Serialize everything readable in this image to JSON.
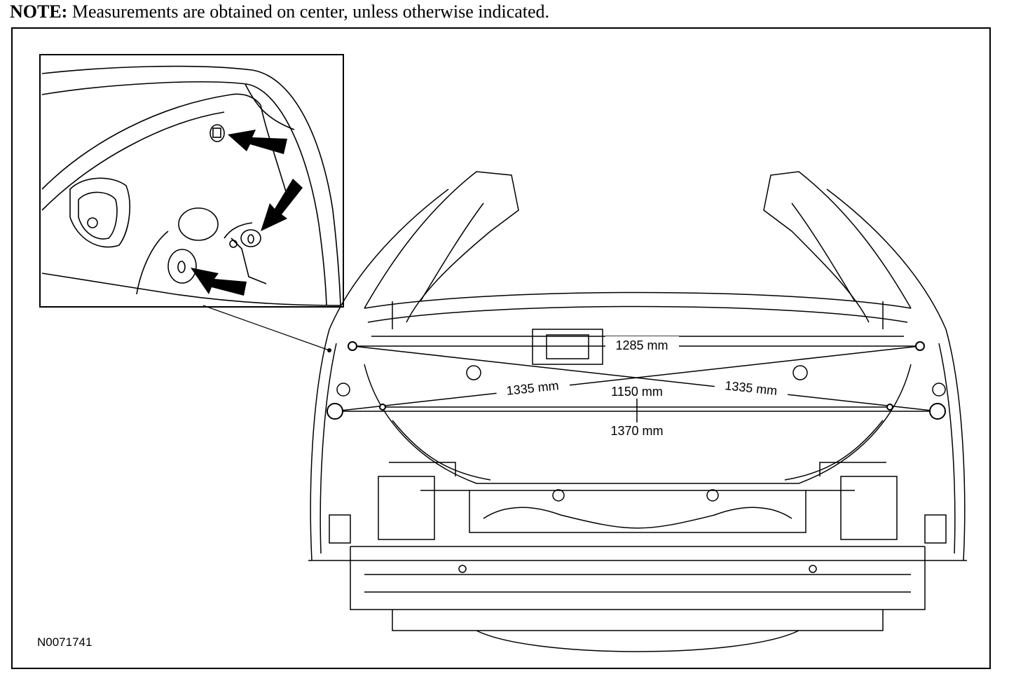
{
  "note": {
    "label": "NOTE:",
    "text": "Measurements are obtained on center, unless otherwise indicated."
  },
  "figure": {
    "id": "N0071741",
    "dimensions": {
      "top_width": "1285 mm",
      "diagonal_left": "1335 mm",
      "diagonal_right": "1335 mm",
      "inner_width": "1150 mm",
      "lower_width": "1370 mm"
    },
    "detail_callouts": [
      "arrow-icon",
      "arrow-icon",
      "arrow-icon"
    ]
  }
}
